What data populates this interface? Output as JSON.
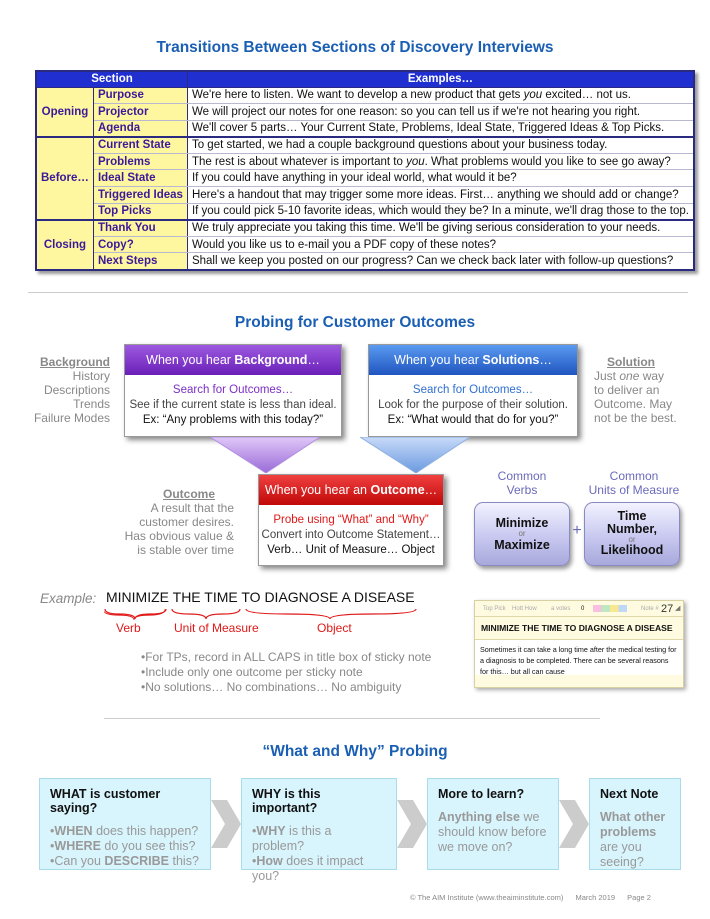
{
  "title1": "Transitions Between Sections of Discovery Interviews",
  "table": {
    "col_section": "Section",
    "col_examples": "Examples…",
    "groups": [
      {
        "name": "Opening",
        "rows": [
          {
            "sub": "Purpose",
            "ex": "We're here to listen. We want to develop a new product that gets you excited… not us."
          },
          {
            "sub": "Projector",
            "ex": "We will project our notes for one reason: so you can tell us if we're not hearing you right."
          },
          {
            "sub": "Agenda",
            "ex": "We'll cover 5 parts… Your Current State, Problems, Ideal State, Triggered Ideas & Top Picks."
          }
        ]
      },
      {
        "name": "Before…",
        "rows": [
          {
            "sub": "Current State",
            "ex": "To get started, we had a couple background questions about your business today."
          },
          {
            "sub": "Problems",
            "ex": "The rest is about whatever is important to you.  What problems would you like to see go away?"
          },
          {
            "sub": "Ideal State",
            "ex": "If you could have anything in your ideal world, what would it be?"
          },
          {
            "sub": "Triggered Ideas",
            "ex": "Here's a handout that may trigger some more ideas. First… anything we should add or change?"
          },
          {
            "sub": "Top Picks",
            "ex": "If you could pick 5-10 favorite ideas, which would they be? In a minute, we'll drag those to the top."
          }
        ]
      },
      {
        "name": "Closing",
        "rows": [
          {
            "sub": "Thank You",
            "ex": "We truly appreciate you taking this time. We'll be giving serious consideration to your needs."
          },
          {
            "sub": "Copy?",
            "ex": "Would you like us to e-mail you a PDF copy of these notes?"
          },
          {
            "sub": "Next Steps",
            "ex": "Shall we keep you posted on our progress? Can we check back later with follow-up questions?"
          }
        ]
      }
    ]
  },
  "title2": "Probing for Customer Outcomes",
  "background_side": {
    "label": "Background",
    "items": [
      "History",
      "Descriptions",
      "Trends",
      "Failure Modes"
    ]
  },
  "solution_side": {
    "label": "Solution",
    "lines": [
      "Just one way",
      "to deliver an",
      "Outcome. May",
      "not be the best."
    ]
  },
  "outcome_side": {
    "label": "Outcome",
    "lines": [
      "A result that the",
      "customer desires.",
      "Has obvious value &",
      "is stable over time"
    ]
  },
  "box_background": {
    "pre": "When you hear ",
    "key": "Background",
    "post": "…",
    "l1": "Search for Outcomes…",
    "l2": "See if the current state is less than ideal.",
    "l3": "Ex: “Any problems with this today?”",
    "color": "#7b2fc4"
  },
  "box_solutions": {
    "pre": "When you hear ",
    "key": "Solutions",
    "post": "…",
    "l1": "Search for Outcomes…",
    "l2": "Look for the purpose of their solution.",
    "l3": "Ex: “What would that do for you?”",
    "color": "#2f6fd0"
  },
  "box_outcome": {
    "pre": "When you hear an ",
    "key": "Outcome",
    "post": "…",
    "l1": "Probe using “What” and “Why”",
    "l2": "Convert into Outcome Statement…",
    "l3": "Verb… Unit of Measure… Object",
    "color": "#e01818"
  },
  "verbs": {
    "label1": "Common",
    "label2": "Verbs",
    "w1": "Minimize",
    "or": "or",
    "w2": "Maximize"
  },
  "units": {
    "label1": "Common",
    "label2": "Units of Measure",
    "w1": "Time",
    "w2": "Number",
    "w3": "Likelihood",
    "or": "or"
  },
  "plus": "+",
  "example": {
    "label": "Example:",
    "verb": "MINIMIZE",
    "unit": "THE TIME",
    "object": "TO DIAGNOSE A DISEASE",
    "verb_lbl": "Verb",
    "unit_lbl": "Unit of Measure",
    "object_lbl": "Object"
  },
  "tips": [
    "•For TPs, record in ALL CAPS in title box of sticky note",
    "•Include only one outcome per sticky note",
    "•No solutions… No combinations… No ambiguity"
  ],
  "sticky": {
    "tab1": "Top Pick",
    "tab2": "Hott How",
    "tab3": "a votes",
    "count": "0",
    "num_label": "Note #",
    "num": "27",
    "title": "MINIMIZE THE TIME TO DIAGNOSE A DISEASE",
    "body": "Sometimes it can take a long time after the medical testing for a diagnosis to be completed. There can be several reasons for this… but all can cause"
  },
  "title3": "“What and Why” Probing",
  "ww": [
    {
      "title": "WHAT is customer saying?",
      "lines": [
        [
          "WHEN",
          " does this happen?"
        ],
        [
          "WHERE",
          " do you see this?"
        ],
        [
          "Can you ",
          "DESCRIBE",
          " this?"
        ]
      ]
    },
    {
      "title": "WHY is this important?",
      "lines": [
        [
          "WHY",
          " is this a problem?"
        ],
        [
          "How",
          " does it impact you?"
        ]
      ]
    },
    {
      "title": "More to learn?",
      "lines": [
        [
          "Anything else",
          " we should know before we move on?"
        ]
      ]
    },
    {
      "title": "Next Note",
      "lines": [
        [
          "What other problems",
          " are you seeing?"
        ]
      ]
    }
  ],
  "footer": {
    "copy": "© The AIM Institute (www.theaiminstitute.com)",
    "date": "March 2019",
    "page": "Page 2"
  }
}
